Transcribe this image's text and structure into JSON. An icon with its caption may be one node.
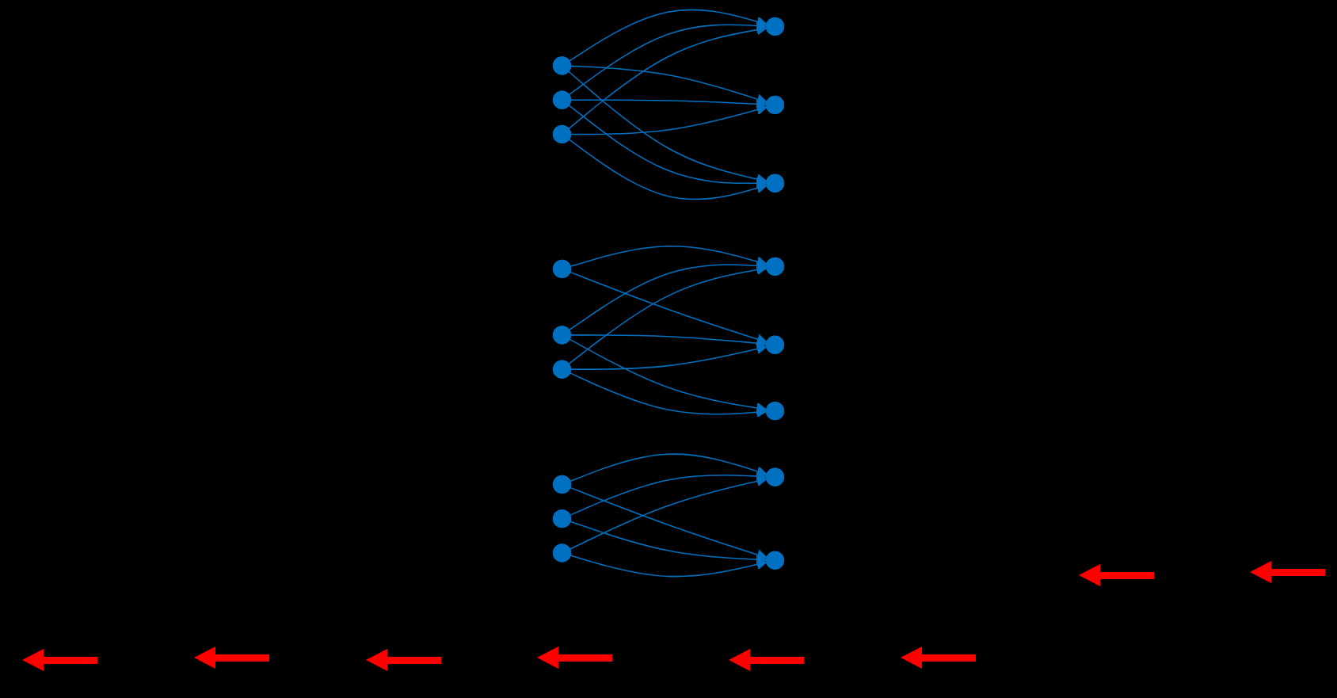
{
  "diagram": {
    "nodes": [
      {
        "text": [],
        "shape": "point"
      },
      {
        "text": [],
        "shape": "point"
      },
      {
        "text": [],
        "shape": "point"
      },
      {
        "text": [],
        "shape": "point"
      },
      {
        "text": [],
        "shape": "point"
      },
      {
        "text": [],
        "shape": "point"
      },
      {
        "text": [],
        "shape": "point"
      },
      {
        "text": [],
        "shape": "point"
      },
      {
        "text": [],
        "shape": "point"
      },
      {
        "text": [],
        "shape": "point"
      },
      {
        "text": [],
        "shape": "point"
      },
      {
        "text": [],
        "shape": "point"
      },
      {
        "text": [],
        "shape": "point"
      },
      {
        "text": [],
        "shape": "point"
      },
      {
        "text": [],
        "shape": "point"
      },
      {
        "text": [],
        "shape": "point"
      },
      {
        "text": [],
        "shape": "point"
      }
    ],
    "edges": [
      {
        "from": 0,
        "to": 3,
        "arrow": "to"
      },
      {
        "from": 0,
        "to": 4,
        "arrow": "to"
      },
      {
        "from": 0,
        "to": 5,
        "arrow": "to"
      },
      {
        "from": 1,
        "to": 3,
        "arrow": "to"
      },
      {
        "from": 1,
        "to": 4,
        "arrow": "to"
      },
      {
        "from": 1,
        "to": 5,
        "arrow": "to"
      },
      {
        "from": 2,
        "to": 3,
        "arrow": "to"
      },
      {
        "from": 2,
        "to": 4,
        "arrow": "to"
      },
      {
        "from": 2,
        "to": 5,
        "arrow": "to"
      },
      {
        "from": 6,
        "to": 9,
        "arrow": "to"
      },
      {
        "from": 6,
        "to": 11,
        "arrow": "to"
      },
      {
        "from": 7,
        "to": 9,
        "arrow": "to"
      },
      {
        "from": 7,
        "to": 10,
        "arrow": "to"
      },
      {
        "from": 7,
        "to": 11,
        "arrow": "to"
      },
      {
        "from": 8,
        "to": 9,
        "arrow": "to"
      },
      {
        "from": 8,
        "to": 10,
        "arrow": "to"
      },
      {
        "from": 8,
        "to": 11,
        "arrow": "to"
      },
      {
        "from": 12,
        "to": 15,
        "arrow": "to"
      },
      {
        "from": 12,
        "to": 16,
        "arrow": "to"
      },
      {
        "from": 13,
        "to": 15,
        "arrow": "to"
      },
      {
        "from": 13,
        "to": 16,
        "arrow": "to"
      },
      {
        "from": 14,
        "to": 15,
        "arrow": "to"
      },
      {
        "from": 14,
        "to": 16,
        "arrow": "to"
      }
    ]
  }
}
